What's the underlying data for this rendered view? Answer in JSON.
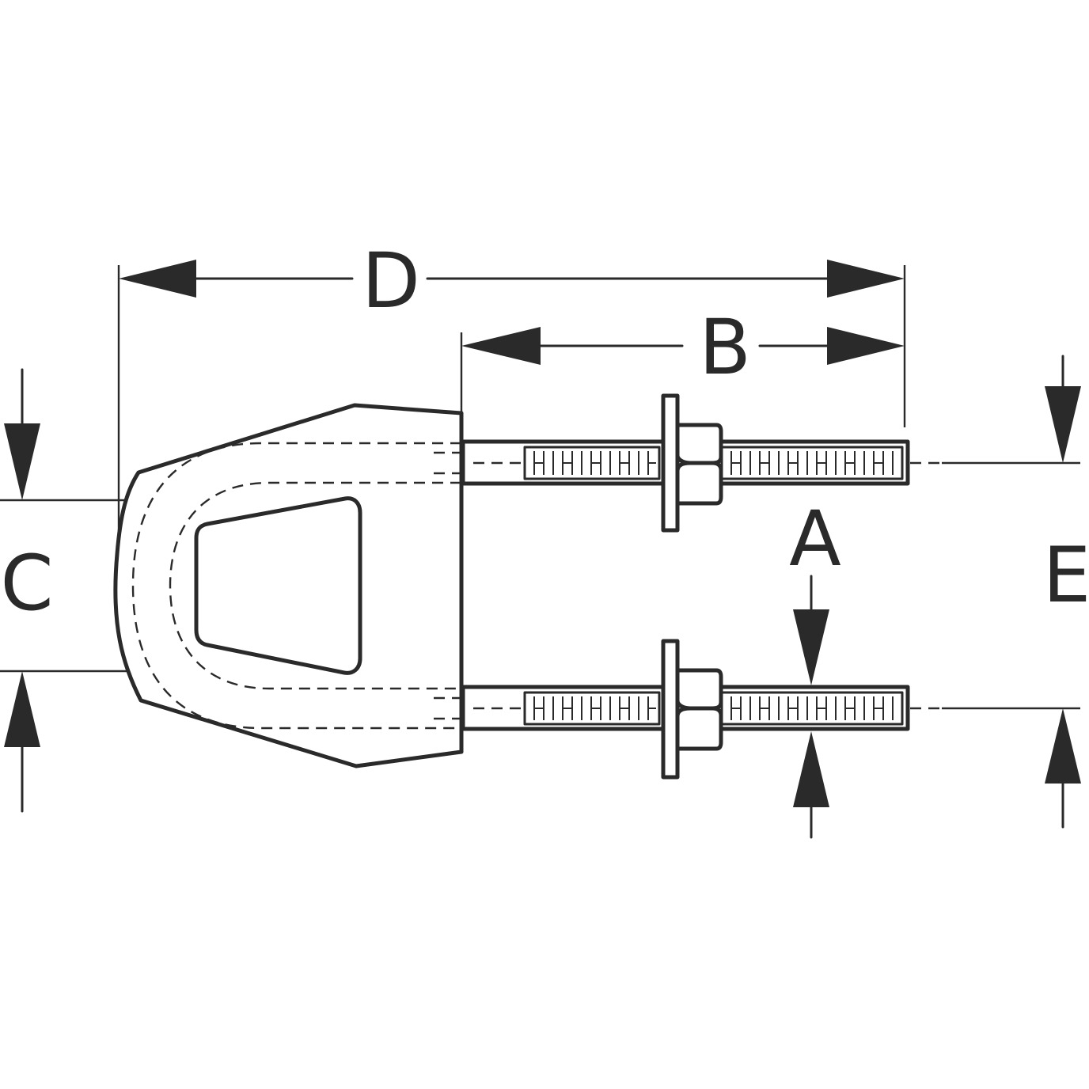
{
  "labels": {
    "A": "A",
    "B": "B",
    "C": "C",
    "D": "D",
    "E": "E"
  },
  "colors": {
    "ink": "#2a2a2a",
    "background": "#ffffff"
  }
}
